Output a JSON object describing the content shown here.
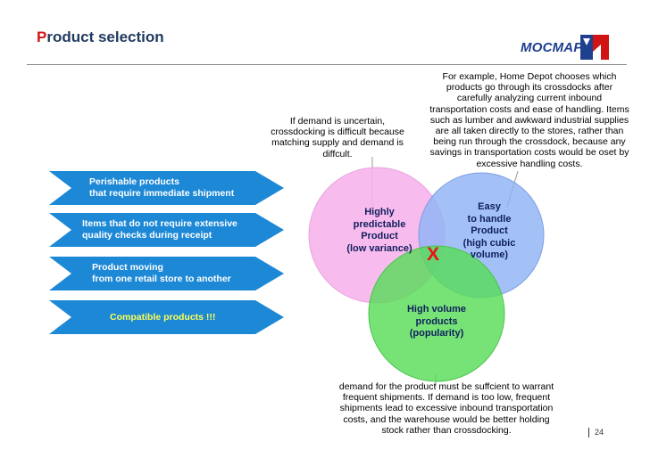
{
  "header": {
    "title_first_letter": "P",
    "title_rest": "roduct selection",
    "logo_text": "МОСМАРТ"
  },
  "notes": {
    "home_depot": "For example, Home Depot chooses which products go through its crossdocks after carefully analyzing current inbound transportation costs and ease of handling. Items such as lumber and awkward industrial supplies are all taken directly to the stores, rather than being run through the crossdock, because any savings in transportation costs would be oset by excessive handling costs.",
    "uncertain_demand": "If demand is uncertain, crossdocking is difficult because matching supply and demand is diffcult.",
    "volume_demand": "demand for the product must be suffcient to warrant frequent shipments. If demand is too low, frequent shipments lead to excessive inbound transportation costs, and the warehouse would be better holding stock rather than crossdocking."
  },
  "arrows": [
    {
      "label": "Perishable products\nthat require immediate shipment"
    },
    {
      "label": "Items that do not require extensive\nquality checks during receipt"
    },
    {
      "label": "Product moving\nfrom one retail store to another"
    },
    {
      "label": "Compatible products !!!"
    }
  ],
  "circles": {
    "predictable": "Highly\npredictable\nProduct\n(low variance)",
    "easy": "Easy\nto handle\nProduct\n(high cubic\nvolume)",
    "volume": "High volume\nproducts\n(popularity)"
  },
  "intersection_mark": "X",
  "colors": {
    "circle_pink": "#f7b2ec",
    "circle_blue": "#8fb3f5",
    "circle_green": "#55dc55",
    "arrow_blue": "#1c88d6",
    "title_red": "#d01414",
    "logo_blue": "#1f3f8f"
  },
  "footer": {
    "page_number": "24"
  }
}
